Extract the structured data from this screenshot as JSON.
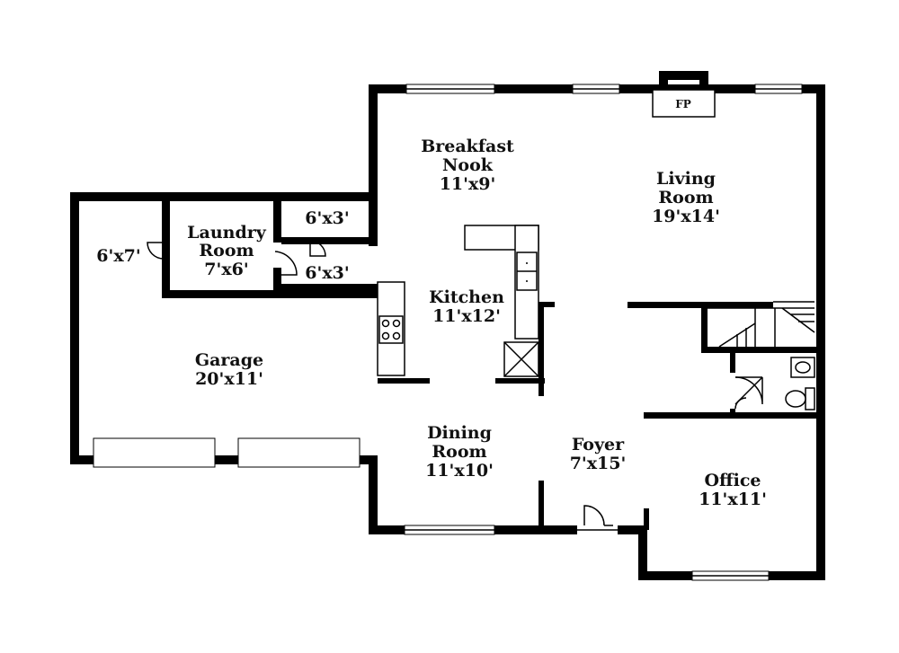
{
  "rooms": {
    "breakfast_nook": {
      "name_line1": "Breakfast",
      "name_line2": "Nook",
      "size": "11'x9'"
    },
    "living_room": {
      "name_line1": "Living",
      "name_line2": "Room",
      "size": "19'x14'"
    },
    "laundry_room": {
      "name_line1": "Laundry",
      "name_line2": "Room",
      "size": "7'x6'"
    },
    "closet_garage": {
      "size": "6'x7'"
    },
    "closet_upper": {
      "size": "6'x3'"
    },
    "closet_lower": {
      "size": "6'x3'"
    },
    "kitchen": {
      "name": "Kitchen",
      "size": "11'x12'"
    },
    "garage": {
      "name": "Garage",
      "size": "20'x11'"
    },
    "dining_room": {
      "name_line1": "Dining",
      "name_line2": "Room",
      "size": "11'x10'"
    },
    "foyer": {
      "name": "Foyer",
      "size": "7'x15'"
    },
    "office": {
      "name": "Office",
      "size": "11'x11'"
    }
  },
  "fireplace": {
    "label": "FP"
  }
}
